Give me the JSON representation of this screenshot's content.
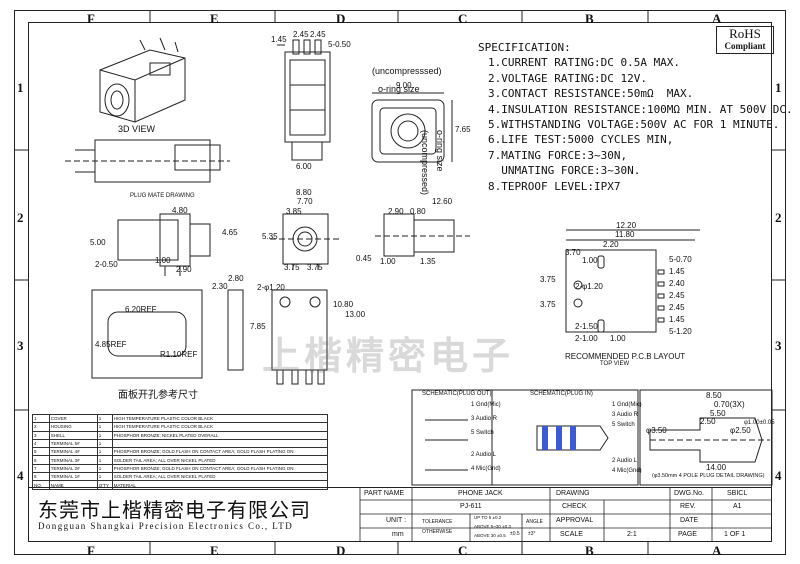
{
  "zones": {
    "columns": [
      "F",
      "E",
      "D",
      "C",
      "B",
      "A"
    ],
    "rows": [
      "1",
      "2",
      "3",
      "4"
    ]
  },
  "rohs": {
    "line1": "RoHS",
    "line2": "Compliant"
  },
  "spec": {
    "title": "SPECIFICATION:",
    "lines": [
      "1.CURRENT RATING:DC 0.5A MAX.",
      "2.VOLTAGE RATING:DC 12V.",
      "3.CONTACT RESISTANCE:50mΩ  MAX.",
      "4.INSULATION RESISTANCE:100MΩ MIN. AT 500V DC.",
      "5.WITHSTANDING VOLTAGE:500V AC FOR 1 MINUTE.",
      "6.LIFE TEST:5000 CYCLES MIN,",
      "7.MATING FORCE:3~30N,",
      "  UNMATING FORCE:3~30N.",
      "8.TEPROOF LEVEL:IPX7"
    ]
  },
  "views": {
    "view_3d": "3D VIEW",
    "plug_mate": "PLUG MATE DRAWING",
    "uncomp1": "(uncompresssed)",
    "oring_size": "o-ring size",
    "uncomp2": "(uncompressed)",
    "oring_size2": "o-ring size",
    "pcb_layout": "RECOMMENDED P.C.B LAYOUT",
    "top_view": "TOP VIEW",
    "panel_cutout": "面板开孔参考尺寸",
    "schem_out": "SCHEMATIC(PLUG OUT)",
    "schem_in": "SCHEMATIC(PLUG IN)",
    "plug_detail": "(φ3.50mm 4 POLE PLUG DETAIL DRAWING)"
  },
  "dims": {
    "top": [
      "1.45",
      "2.45",
      "2.45",
      "5-0.50",
      "9.00",
      "6.00",
      "7.65"
    ],
    "mid": [
      "8.80",
      "7.70",
      "3.85",
      "2.90",
      "0.80",
      "12.60",
      "4.80",
      "5.00",
      "4.65",
      "2-0.50",
      "1.00",
      "2.90",
      "5.35",
      "0.45",
      "1.00",
      "1.35",
      "3.75",
      "3.75",
      "2.80",
      "2.30",
      "2-φ1.20",
      "10.80",
      "13.00",
      "7.85"
    ],
    "pcb": [
      "12.20",
      "11.80",
      "2.20",
      "3.70",
      "1.00",
      "5-0.70",
      "1.45",
      "3.75",
      "2-φ1.20",
      "3.75",
      "2.40",
      "2.45",
      "2.45",
      "2-1.50",
      "2-1.00",
      "1.45",
      "5-1.20",
      "1.00"
    ],
    "panel": [
      "6.20REF",
      "4.85REF",
      "R1.10REF"
    ],
    "plug": [
      "8.50",
      "0.70(3X)",
      "5.50",
      "2.50",
      "φ3.50",
      "φ2.50",
      "φ1.00±0.05",
      "14.00"
    ]
  },
  "schematic": {
    "out_pins": [
      "1 Gnd(Mic)",
      "3 Audio R",
      "5 Switch",
      "2 Audio L",
      "4 Mic(Gnd)"
    ],
    "in_pins": [
      "1 Gnd(Mic)",
      "3 Audio R",
      "5 Switch",
      "2 Audio L",
      "4 Mic(Gnd)"
    ]
  },
  "bom": [
    {
      "no": "1",
      "name": "COVER",
      "qty": "1",
      "material": "HIGH TEMPERATURE PLASTIC COLOR BLACK"
    },
    {
      "no": "2",
      "name": "HOUSING",
      "qty": "1",
      "material": "HIGH TEMPERATURE PLASTIC COLOR BLACK"
    },
    {
      "no": "3",
      "name": "SHELL",
      "qty": "1",
      "material": "PHOSPHOR BRONZE; NICKEL PLATED OVERALL"
    },
    {
      "no": "4",
      "name": "TERMINAL 5#",
      "qty": "1",
      "material": ""
    },
    {
      "no": "5",
      "name": "TERMINAL 4#",
      "qty": "1",
      "material": "PHOSPHOR BRONZE; GOLD FLASH ON CONTACT AREA; GOLD FLASH PLATING ON"
    },
    {
      "no": "6",
      "name": "TERMINAL 3#",
      "qty": "1",
      "material": "SOLDER TAIL AREA; ALL OVER NICKEL PLATED"
    },
    {
      "no": "7",
      "name": "TERMINAL 2#",
      "qty": "1",
      "material": "PHOSPHOR BRONZE; GOLD FLASH ON CONTACT AREA; GOLD FLASH PLATING ON"
    },
    {
      "no": "8",
      "name": "TERMINAL 1#",
      "qty": "1",
      "material": "SOLDER TAIL AREA; ALL OVER NICKEL PLATED"
    },
    {
      "no": "NO.",
      "name": "NAME",
      "qty": "Q'TY",
      "material": "MATERIAL"
    }
  ],
  "company": {
    "cn": "东莞市上楷精密电子有限公司",
    "en": "Dongguan Shangkai Precision Electronics Co., LTD",
    "watermark": "上楷精密电子"
  },
  "title_block": {
    "part_name_label": "PART NAME",
    "part_name": "PHONE JACK",
    "part_no": "PJ-611",
    "drawing_label": "DRAWING",
    "check_label": "CHECK",
    "approval_label": "APPROVAL",
    "scale_label": "SCALE",
    "scale": "2:1",
    "dwg_no_label": "DWG.No.",
    "dwg_no": "SBICL",
    "rev_label": "REV.",
    "rev": "A1",
    "date_label": "DATE",
    "page_label": "PAGE",
    "page": "1 OF 1",
    "unit_label": "UNIT :",
    "unit": "mm",
    "tolerance_label": "TOLERANCE",
    "otherwise_label": "OTHERWISE",
    "tol_rows": [
      "UP TO 5  ±0.2",
      "ABOVE 5~30  ±0.3",
      "ABOVE 30  ±0.5"
    ],
    "angle_label": "ANGLE",
    "angle_val": "±3°",
    "angle_val2": "±0.5"
  }
}
